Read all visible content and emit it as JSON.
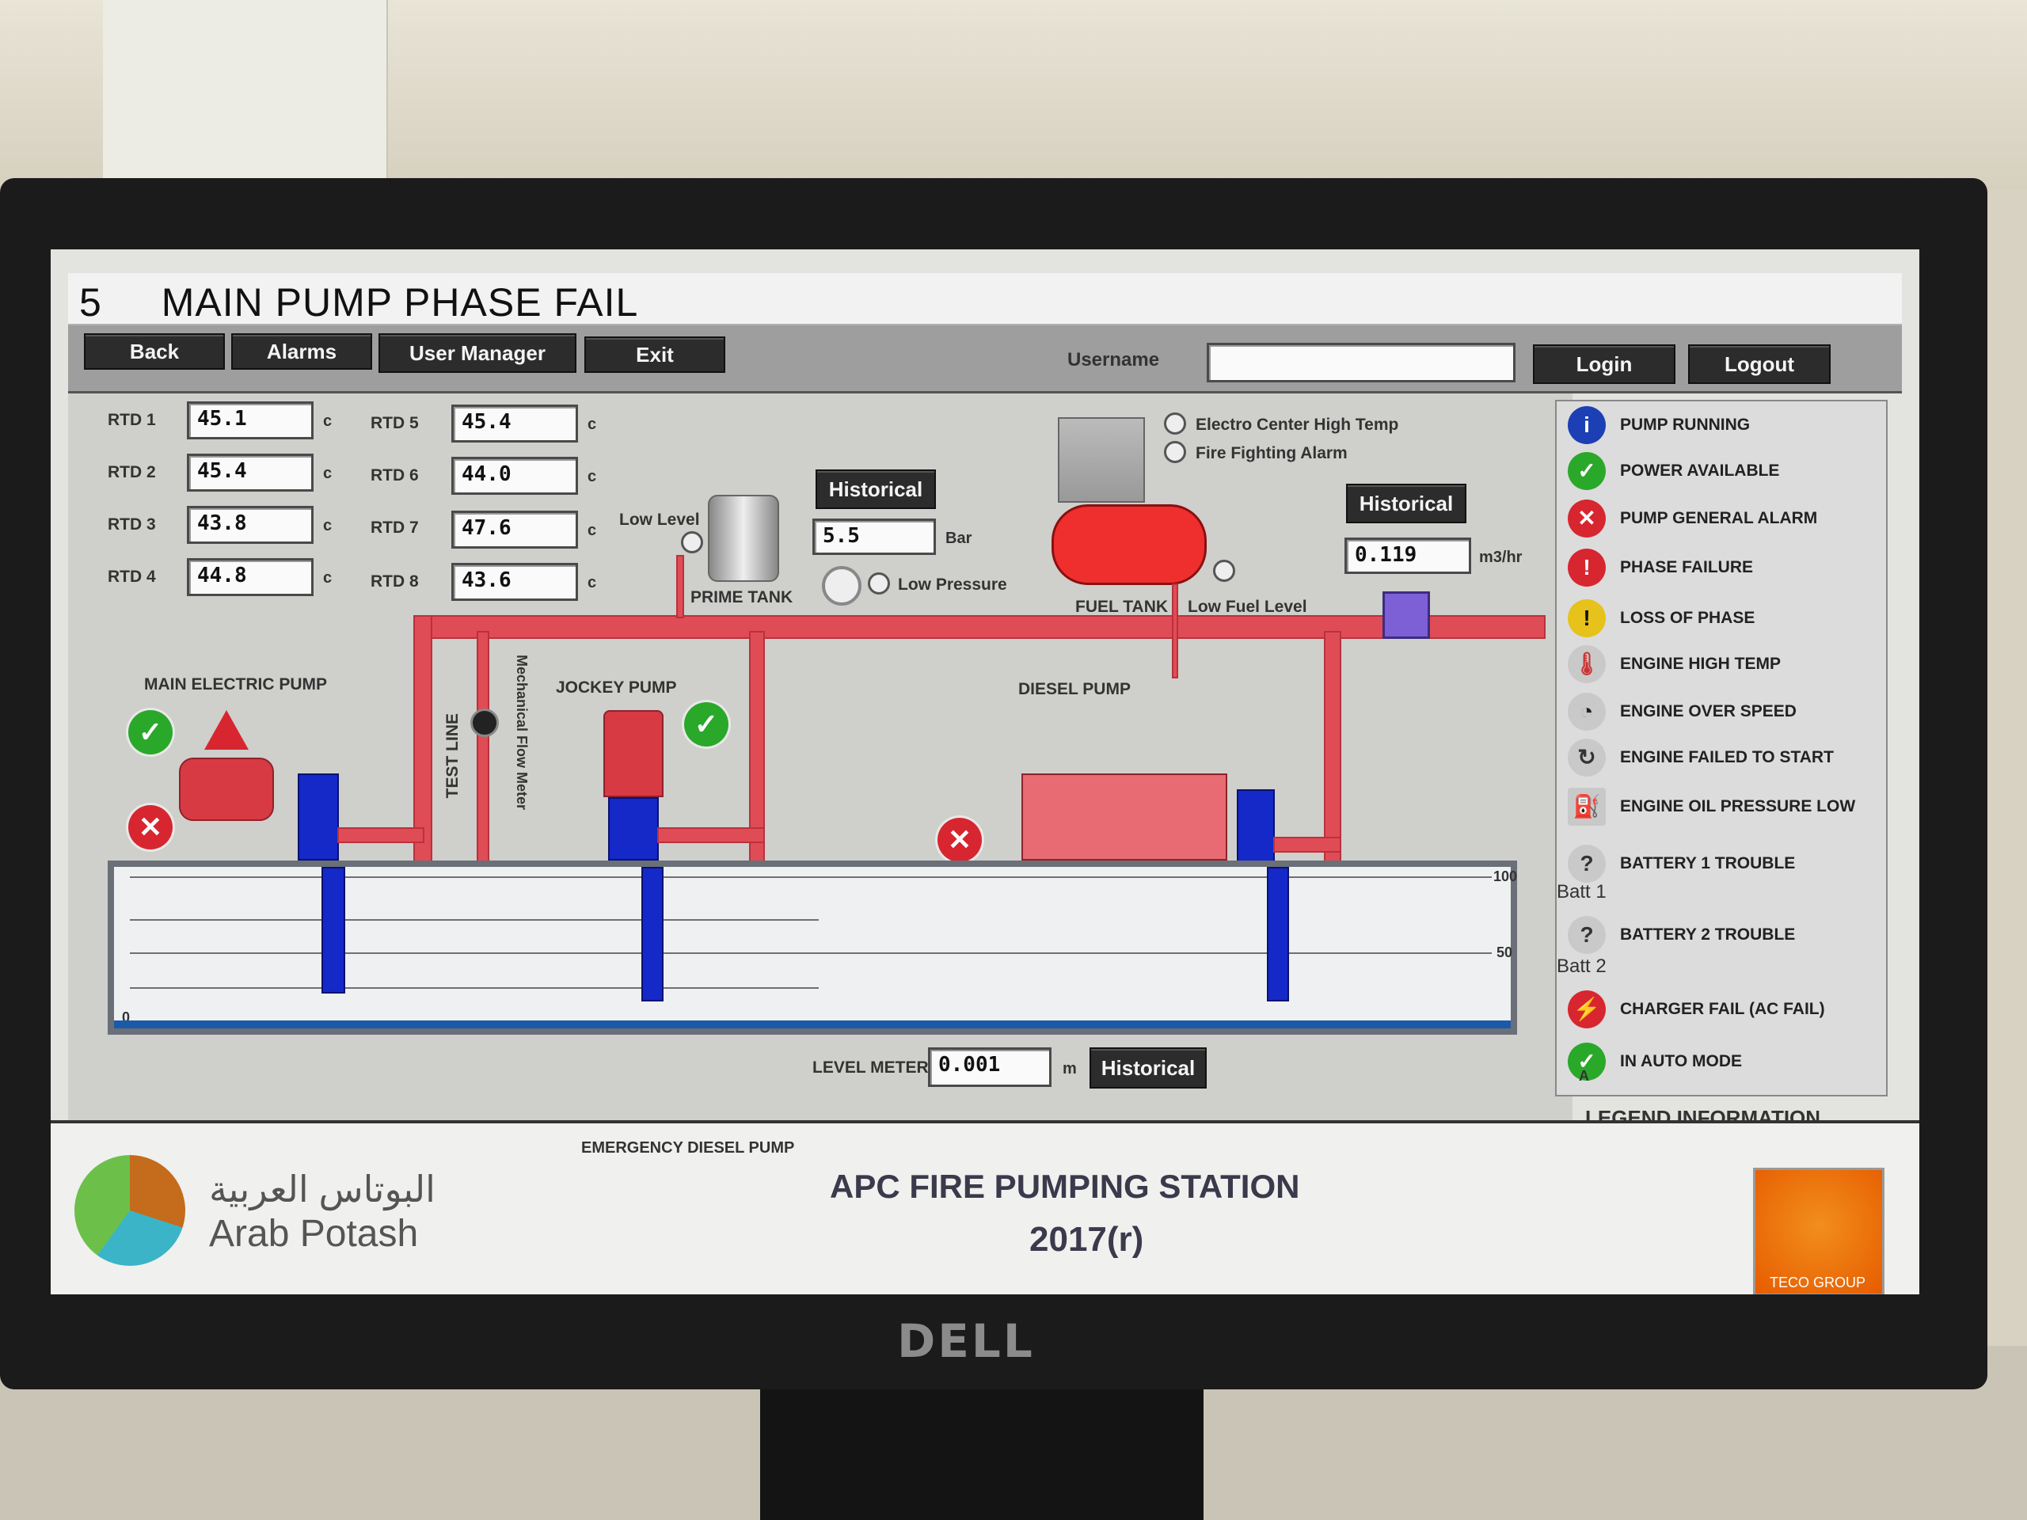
{
  "title": {
    "number": "5",
    "text": "MAIN PUMP PHASE FAIL"
  },
  "nav": {
    "back": "Back",
    "alarms": "Alarms",
    "user_manager": "User Manager",
    "exit": "Exit",
    "username_label": "Username",
    "username_value": "",
    "login": "Login",
    "logout": "Logout"
  },
  "rtd": {
    "unit": "c",
    "left": [
      {
        "label": "RTD 1",
        "value": "45.1"
      },
      {
        "label": "RTD 2",
        "value": "45.4"
      },
      {
        "label": "RTD 3",
        "value": "43.8"
      },
      {
        "label": "RTD 4",
        "value": "44.8"
      }
    ],
    "right": [
      {
        "label": "RTD 5",
        "value": "45.4"
      },
      {
        "label": "RTD 6",
        "value": "44.0"
      },
      {
        "label": "RTD 7",
        "value": "47.6"
      },
      {
        "label": "RTD 8",
        "value": "43.6"
      }
    ]
  },
  "pressure": {
    "historical": "Historical",
    "value": "5.5",
    "unit": "Bar",
    "low_pressure": "Low Pressure"
  },
  "prime_tank": {
    "label": "PRIME TANK",
    "low_level": "Low Level"
  },
  "alarms_top": {
    "electro": "Electro Center High Temp",
    "fire": "Fire Fighting Alarm"
  },
  "fuel": {
    "label": "FUEL TANK",
    "low_fuel": "Low Fuel Level"
  },
  "flow": {
    "historical": "Historical",
    "value": "0.119",
    "unit": "m3/hr"
  },
  "pumps": {
    "main": "MAIN ELECTRIC PUMP",
    "jockey": "JOCKEY PUMP",
    "diesel": "DIESEL PUMP",
    "test_line": "TEST LINE",
    "flow_meter": "Mechanical Flow Meter"
  },
  "level": {
    "label": "LEVEL METER",
    "value": "0.001",
    "unit": "m",
    "historical": "Historical",
    "tick_100": "100",
    "tick_50": "50",
    "tick_0": "0"
  },
  "legend": {
    "title": "LEGEND INFORMATION",
    "items": [
      {
        "text": "PUMP RUNNING",
        "icon": "info-icon",
        "color": "#1d3fb5"
      },
      {
        "text": "POWER AVAILABLE",
        "icon": "check-icon",
        "color": "#2aa82a"
      },
      {
        "text": "PUMP GENERAL ALARM",
        "icon": "x-icon",
        "color": "#d72630"
      },
      {
        "text": "PHASE FAILURE",
        "icon": "warning-red-icon",
        "color": "#d72630"
      },
      {
        "text": "LOSS OF PHASE",
        "icon": "warning-yellow-icon",
        "color": "#e6c21a"
      },
      {
        "text": "ENGINE HIGH TEMP",
        "icon": "thermometer-icon",
        "color": "#c9c9c9"
      },
      {
        "text": "ENGINE OVER SPEED",
        "icon": "speed-icon",
        "color": "#c9c9c9"
      },
      {
        "text": "ENGINE FAILED TO START",
        "icon": "restart-icon",
        "color": "#c9c9c9"
      },
      {
        "text": "ENGINE OIL PRESSURE LOW",
        "icon": "oil-can-icon",
        "color": "#c9c9c9"
      },
      {
        "text": "BATTERY 1 TROUBLE",
        "icon": "question-icon",
        "color": "#c9c9c9",
        "sub": "Batt 1"
      },
      {
        "text": "BATTERY 2 TROUBLE",
        "icon": "question-icon",
        "color": "#c9c9c9",
        "sub": "Batt 2"
      },
      {
        "text": "CHARGER FAIL (AC FAIL)",
        "icon": "charger-icon",
        "color": "#d72630"
      },
      {
        "text": "IN AUTO MODE",
        "icon": "check-icon",
        "color": "#2aa82a",
        "sub": "A"
      }
    ]
  },
  "footer": {
    "emergency": "EMERGENCY DIESEL PUMP",
    "station": "APC FIRE PUMPING STATION",
    "year": "2017(r)",
    "company_ar": "البوتاس العربية",
    "company_en": "Arab Potash",
    "teco": "TECO GROUP"
  },
  "brand": {
    "monitor": "DELL"
  },
  "colors": {
    "pipe": "#e04c56",
    "pump_blue": "#1528c8",
    "ok": "#2aa82a",
    "alarm": "#d72630"
  }
}
